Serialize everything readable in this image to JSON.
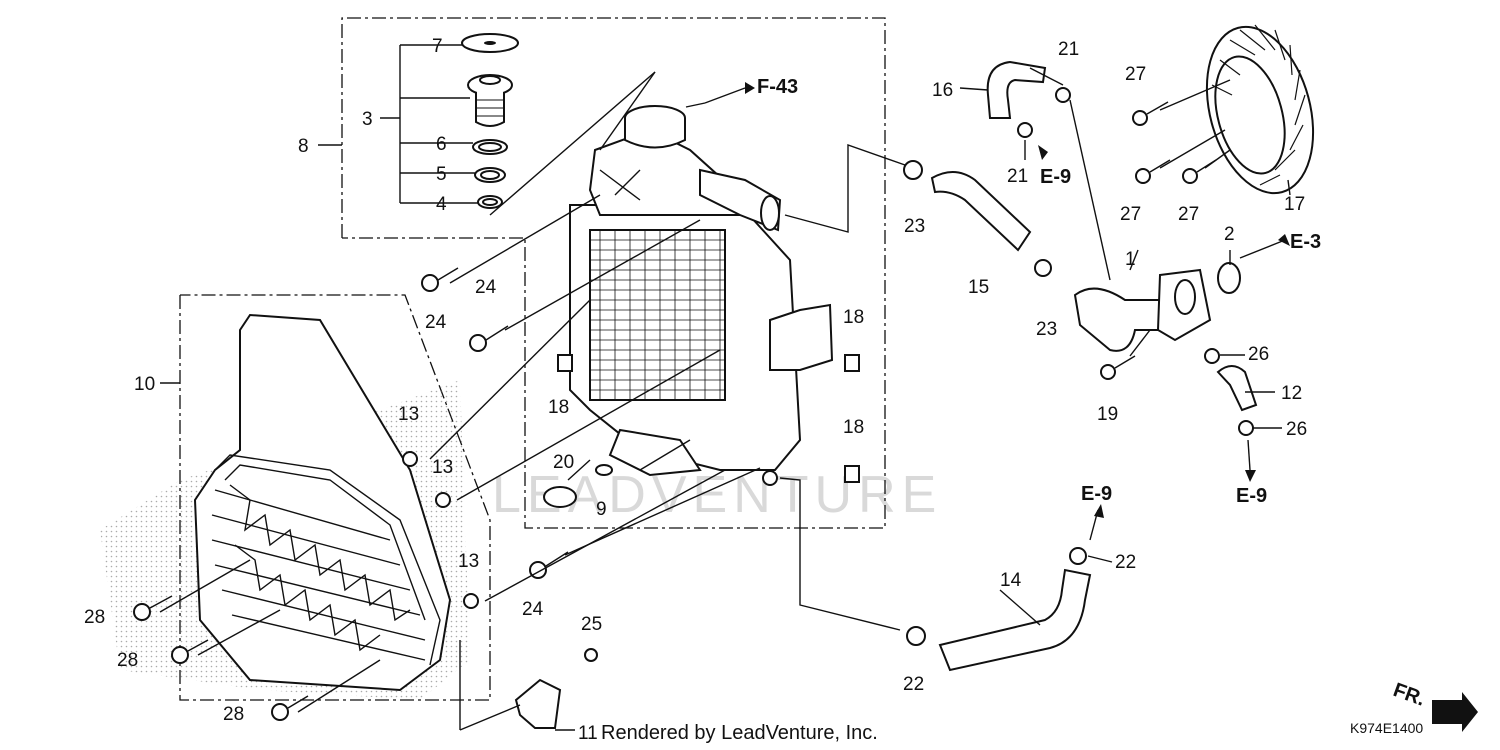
{
  "diagram": {
    "watermark": "LEADVENTURE",
    "code": "K974E1400",
    "rendered_by": "Rendered by LeadVenture, Inc.",
    "front_marker": "FR.",
    "references": {
      "f43": "F-43",
      "e9_a": "E-9",
      "e9_b": "E-9",
      "e9_c": "E-9",
      "e3": "E-3"
    },
    "labels": {
      "p1": "1",
      "p2": "2",
      "p3": "3",
      "p4": "4",
      "p5": "5",
      "p6": "6",
      "p7": "7",
      "p8": "8",
      "p9": "9",
      "p10": "10",
      "p11": "11",
      "p12": "12",
      "p13a": "13",
      "p13b": "13",
      "p13c": "13",
      "p14": "14",
      "p15": "15",
      "p16": "16",
      "p17": "17",
      "p18a": "18",
      "p18b": "18",
      "p18c": "18",
      "p19": "19",
      "p20": "20",
      "p21a": "21",
      "p21b": "21",
      "p22a": "22",
      "p22b": "22",
      "p23a": "23",
      "p23b": "23",
      "p24a": "24",
      "p24b": "24",
      "p24c": "24",
      "p25": "25",
      "p26a": "26",
      "p26b": "26",
      "p27a": "27",
      "p27b": "27",
      "p27c": "27",
      "p28a": "28",
      "p28b": "28",
      "p28c": "28"
    }
  }
}
